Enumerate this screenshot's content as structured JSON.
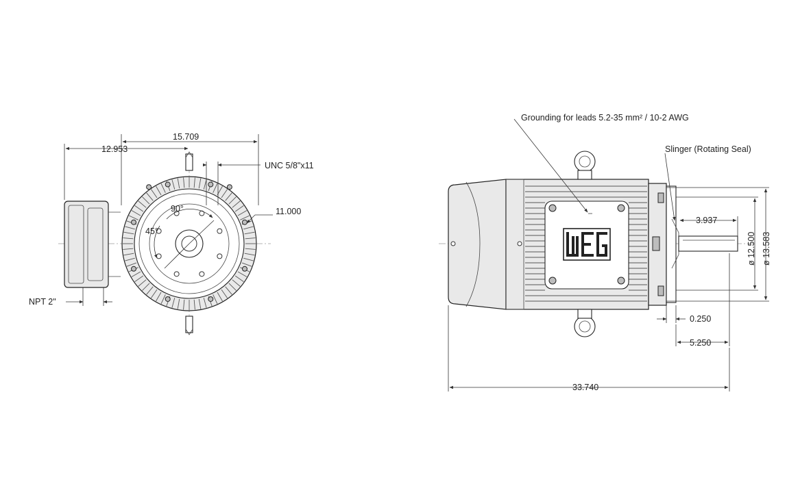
{
  "colors": {
    "line": "#222222",
    "fill": "#e9e9e9",
    "center_line": "#9a9a9a"
  },
  "front_view": {
    "dim_width": "15.709",
    "dim_offset": "12.953",
    "thread": "UNC 5/8\"x11",
    "dim_center_height": "11.000",
    "angle_90": "90°",
    "angle_45": "45°",
    "conduit": "NPT 2\""
  },
  "side_view": {
    "grounding_note": "Grounding for leads 5.2-35 mm² / 10-2 AWG",
    "slinger_note": "Slinger (Rotating Seal)",
    "dim_shaft_length": "3.937",
    "dim_dia_inner": "ø 12.500",
    "dim_dia_outer": "ø 13.583",
    "dim_step": "0.250",
    "dim_shaft_ext": "5.250",
    "dim_overall": "33.740",
    "logo_icon": "weg-logo"
  }
}
